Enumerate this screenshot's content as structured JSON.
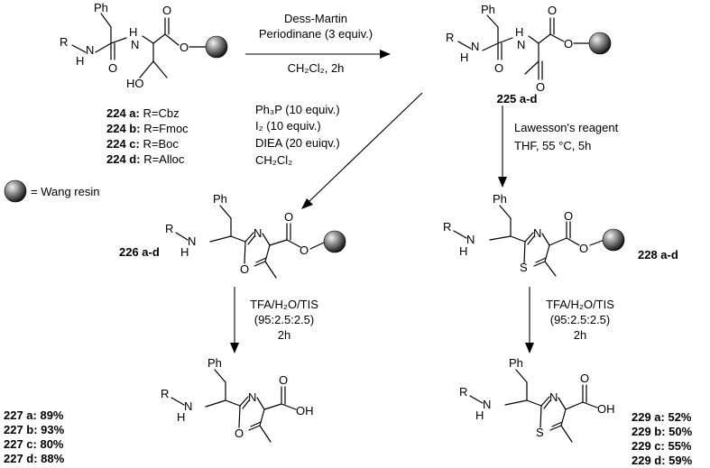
{
  "reagents": {
    "dmp_line1": "Dess-Martin",
    "dmp_line2": "Periodinane (3 equiv.)",
    "dmp_line3": "CH₂Cl₂, 2h",
    "cyclo_line1": "Ph₃P (10 equiv.)",
    "cyclo_line2": "I₂ (10 equiv.)",
    "cyclo_line3": "DIEA (20 euiqv.)",
    "cyclo_line4": "CH₂Cl₂",
    "lawesson_line1": "Lawesson's reagent",
    "lawesson_line2": "THF, 55 °C, 5h",
    "cleave_left_line1": "TFA/H₂O/TIS",
    "cleave_left_line2": "(95:2.5:2.5)",
    "cleave_left_line3": "2h",
    "cleave_right_line1": "TFA/H₂O/TIS",
    "cleave_right_line2": "(95:2.5:2.5)",
    "cleave_right_line3": "2h"
  },
  "compounds": {
    "c224": {
      "variants": [
        {
          "id": "224 a:",
          "group": "R=Cbz"
        },
        {
          "id": "224 b:",
          "group": "R=Fmoc"
        },
        {
          "id": "224 c:",
          "group": "R=Boc"
        },
        {
          "id": "224 d:",
          "group": "R=Alloc"
        }
      ]
    },
    "c225": {
      "label": "225 a-d"
    },
    "c226": {
      "label": "226 a-d"
    },
    "c228": {
      "label": "228 a-d"
    },
    "c227": {
      "yields": [
        "227 a: 89%",
        "227 b: 93%",
        "227 c: 80%",
        "227 d: 88%"
      ]
    },
    "c229": {
      "yields": [
        "229 a: 52%",
        "229 b: 50%",
        "229 c: 55%",
        "229 d: 59%"
      ]
    }
  },
  "legend": {
    "wang_resin": "= Wang resin"
  },
  "atoms": {
    "ph": "Ph",
    "r": "R",
    "n": "N",
    "h": "H",
    "o": "O",
    "s": "S",
    "ho": "HO",
    "oh": "OH"
  }
}
